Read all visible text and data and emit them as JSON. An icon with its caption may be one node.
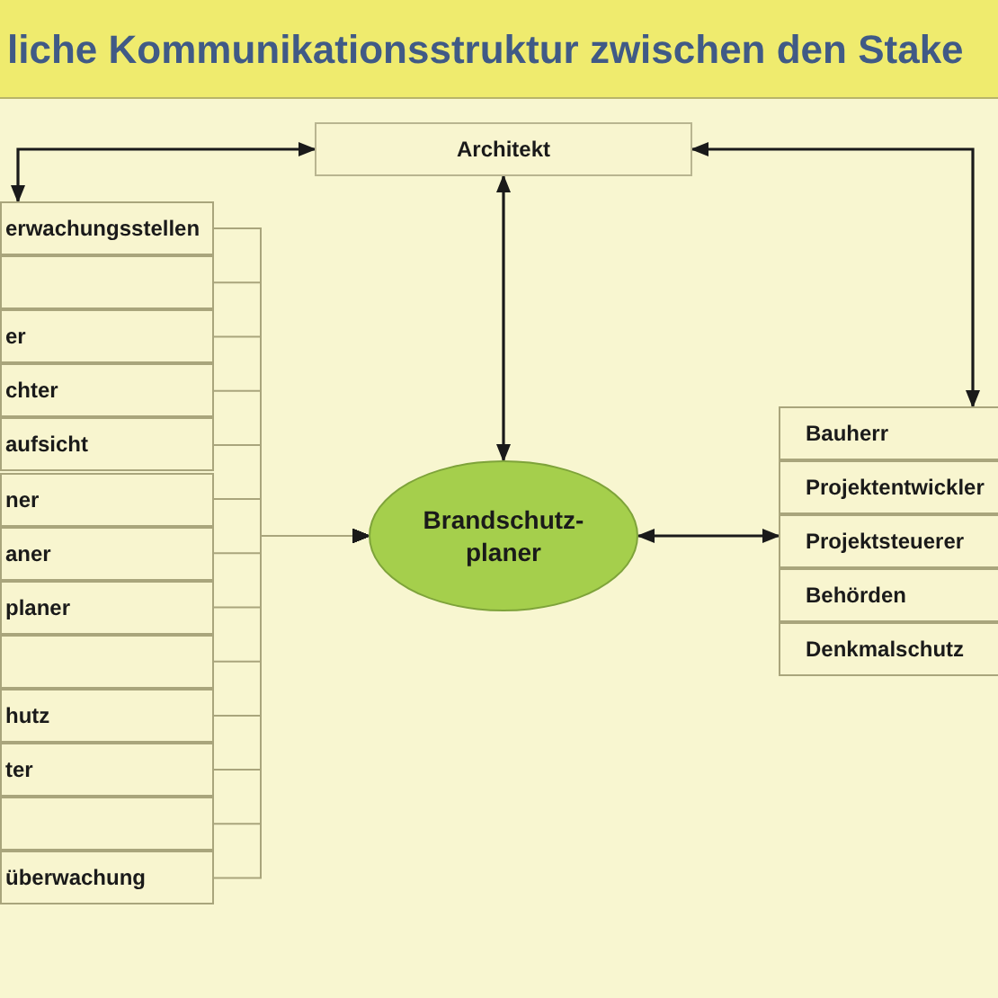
{
  "diagram": {
    "title": "liche Kommunikationsstruktur zwischen den Stake",
    "nodes": [
      {
        "text": [
          "Architekt"
        ]
      },
      {
        "text": [
          "erwachungsstellen"
        ]
      },
      {
        "text": [],
        "shape": "box"
      },
      {
        "text": [
          "er"
        ]
      },
      {
        "text": [
          "chter"
        ]
      },
      {
        "text": [
          "aufsicht"
        ]
      },
      {
        "text": [
          "ner"
        ]
      },
      {
        "text": [
          "aner"
        ]
      },
      {
        "text": [
          "planer"
        ]
      },
      {
        "text": [],
        "shape": "box"
      },
      {
        "text": [
          "hutz"
        ]
      },
      {
        "text": [
          "ter"
        ]
      },
      {
        "text": [],
        "shape": "box"
      },
      {
        "text": [
          "überwachung"
        ]
      },
      {
        "text": [
          "Brandschutz- planer"
        ]
      },
      {
        "text": [
          "Bauherr"
        ]
      },
      {
        "text": [
          "Projektentwickler"
        ]
      },
      {
        "text": [
          "Projektsteuerer"
        ]
      },
      {
        "text": [
          "Behörden"
        ]
      },
      {
        "text": [
          "Denkmalschutz"
        ]
      }
    ],
    "edges": [
      {
        "from": 0,
        "to": 1,
        "arrow": "both",
        "color": "#1a1a1a"
      },
      {
        "from": 0,
        "to": 14,
        "arrow": "both",
        "color": "#1a1a1a"
      },
      {
        "from": 0,
        "to": 15,
        "arrow": "both",
        "color": "#1a1a1a"
      },
      {
        "from": 14,
        "to": 17,
        "arrow": "both",
        "color": "#1a1a1a"
      },
      {
        "from": 1,
        "to": 14,
        "arrow": "to"
      },
      {
        "from": 2,
        "to": 14,
        "arrow": "to"
      },
      {
        "from": 3,
        "to": 14,
        "arrow": "to"
      },
      {
        "from": 4,
        "to": 14,
        "arrow": "to"
      },
      {
        "from": 5,
        "to": 14,
        "arrow": "to"
      },
      {
        "from": 6,
        "to": 14,
        "arrow": "to"
      },
      {
        "from": 7,
        "to": 14,
        "arrow": "to"
      },
      {
        "from": 8,
        "to": 14,
        "arrow": "to"
      },
      {
        "from": 9,
        "to": 14,
        "arrow": "to"
      },
      {
        "from": 10,
        "to": 14,
        "arrow": "to"
      },
      {
        "from": 11,
        "to": 14,
        "arrow": "to"
      },
      {
        "from": 12,
        "to": 14,
        "arrow": "to"
      },
      {
        "from": 13,
        "to": 14,
        "arrow": "to"
      }
    ]
  }
}
